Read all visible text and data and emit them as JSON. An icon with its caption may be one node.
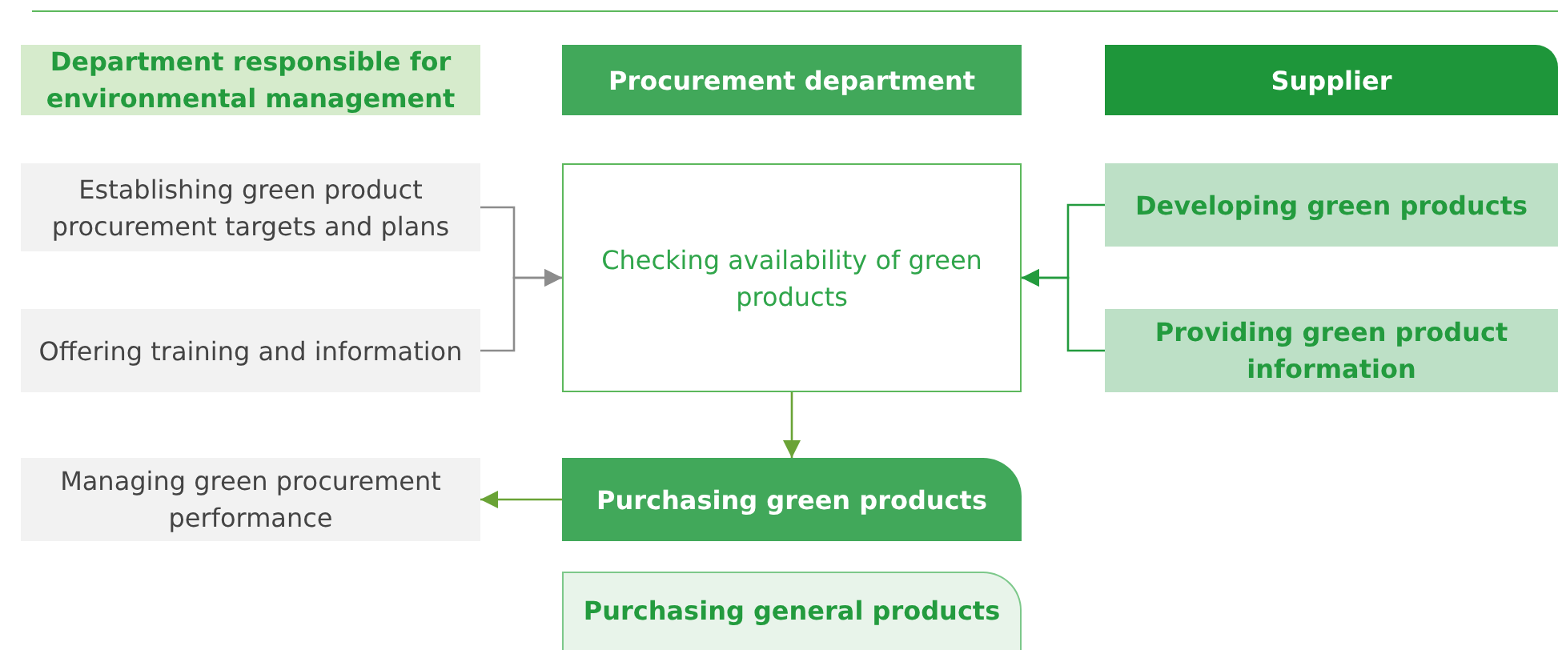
{
  "diagram": {
    "nodes": [
      {
        "text": [
          "Department responsible for environmental management"
        ]
      },
      {
        "text": [
          "Procurement department"
        ]
      },
      {
        "text": [
          "Supplier"
        ]
      },
      {
        "text": [
          "Establishing green product procurement targets and plans"
        ]
      },
      {
        "text": [
          "Offering training and information"
        ]
      },
      {
        "text": [
          "Checking availability of green products"
        ]
      },
      {
        "text": [
          "Developing green products"
        ]
      },
      {
        "text": [
          "Providing green product information"
        ]
      },
      {
        "text": [
          "Managing green procurement performance"
        ]
      },
      {
        "text": [
          "Purchasing green products"
        ]
      },
      {
        "text": [
          "Purchasing general products"
        ]
      }
    ],
    "edges": [
      {
        "from": 3,
        "to": 5,
        "arrow": "to",
        "color": "#8c8c8c"
      },
      {
        "from": 4,
        "to": 5,
        "arrow": "to",
        "color": "#8c8c8c"
      },
      {
        "from": 6,
        "to": 5,
        "arrow": "to",
        "color": "#239b3e"
      },
      {
        "from": 7,
        "to": 5,
        "arrow": "to",
        "color": "#239b3e"
      },
      {
        "from": 5,
        "to": 9,
        "arrow": "to",
        "color": "#6aa336"
      },
      {
        "from": 9,
        "to": 8,
        "arrow": "to",
        "color": "#6aa336"
      }
    ]
  }
}
